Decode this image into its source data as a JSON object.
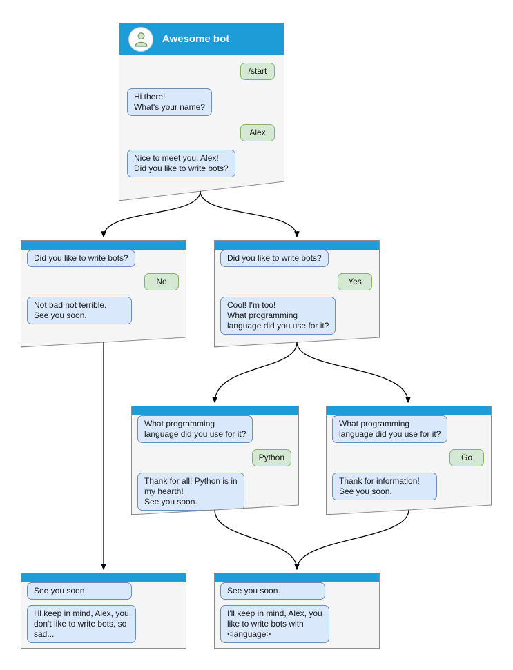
{
  "colors": {
    "header_blue": "#1e9cd7",
    "bot_bubble_bg": "#dae8fc",
    "bot_bubble_border": "#6c8ebf",
    "user_bubble_bg": "#d5e8d4",
    "user_bubble_border": "#82b366",
    "window_bg": "#f5f5f5",
    "window_border": "#8c8c8c"
  },
  "main_window": {
    "title": "Awesome bot",
    "avatar_icon": "person-icon",
    "messages": [
      {
        "from": "user",
        "text": "/start"
      },
      {
        "from": "bot",
        "text": "Hi there!\nWhat's your name?"
      },
      {
        "from": "user",
        "text": "Alex"
      },
      {
        "from": "bot",
        "text": "Nice to meet you, Alex!\nDid you like to write bots?"
      }
    ]
  },
  "branch_windows": [
    {
      "name": "no-branch",
      "messages": [
        {
          "from": "bot",
          "text": "Did you like to write bots?"
        },
        {
          "from": "user",
          "text": "No"
        },
        {
          "from": "bot",
          "text": "Not bad not terrible.\nSee you soon."
        }
      ]
    },
    {
      "name": "yes-branch",
      "messages": [
        {
          "from": "bot",
          "text": "Did you like to write bots?"
        },
        {
          "from": "user",
          "text": "Yes"
        },
        {
          "from": "bot",
          "text": "Cool! I'm too!\nWhat programming\nlanguage did you use for it?"
        }
      ]
    },
    {
      "name": "python-branch",
      "messages": [
        {
          "from": "bot",
          "text": "What programming\nlanguage did you use for it?"
        },
        {
          "from": "user",
          "text": "Python"
        },
        {
          "from": "bot",
          "text": "Thank for all! Python is in\nmy hearth!\nSee you soon."
        }
      ]
    },
    {
      "name": "go-branch",
      "messages": [
        {
          "from": "bot",
          "text": "What programming\nlanguage did you use for it?"
        },
        {
          "from": "user",
          "text": "Go"
        },
        {
          "from": "bot",
          "text": "Thank for information!\nSee you soon."
        }
      ]
    },
    {
      "name": "end-no",
      "messages": [
        {
          "from": "bot",
          "text": "See you soon."
        },
        {
          "from": "bot",
          "text": "I'll keep in mind, Alex, you\ndon't like to write bots, so\nsad..."
        }
      ]
    },
    {
      "name": "end-yes",
      "messages": [
        {
          "from": "bot",
          "text": "See you soon."
        },
        {
          "from": "bot",
          "text": "I'll keep in mind, Alex, you\nlike to write bots with\n<language>"
        }
      ]
    }
  ],
  "edges": [
    {
      "from": "main",
      "to": "no-branch"
    },
    {
      "from": "main",
      "to": "yes-branch"
    },
    {
      "from": "no-branch",
      "to": "end-no"
    },
    {
      "from": "yes-branch",
      "to": "python-branch"
    },
    {
      "from": "yes-branch",
      "to": "go-branch"
    },
    {
      "from": "python-branch",
      "to": "end-yes"
    },
    {
      "from": "go-branch",
      "to": "end-yes"
    }
  ]
}
